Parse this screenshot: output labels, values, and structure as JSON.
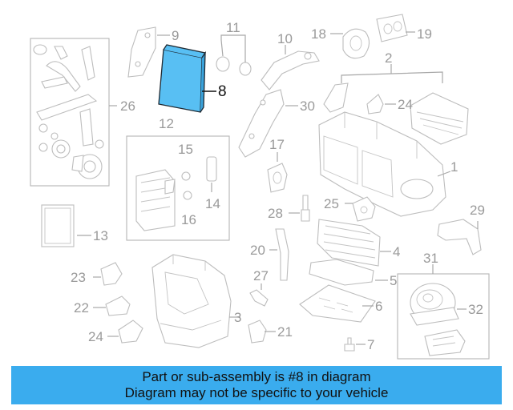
{
  "diagram": {
    "highlight_color": "#58bff3",
    "callouts": [
      {
        "id": "c1",
        "text": "1"
      },
      {
        "id": "c2",
        "text": "2"
      },
      {
        "id": "c3",
        "text": "3"
      },
      {
        "id": "c4",
        "text": "4"
      },
      {
        "id": "c5",
        "text": "5"
      },
      {
        "id": "c6",
        "text": "6"
      },
      {
        "id": "c7",
        "text": "7"
      },
      {
        "id": "c8",
        "text": "8"
      },
      {
        "id": "c9",
        "text": "9"
      },
      {
        "id": "c10",
        "text": "10"
      },
      {
        "id": "c11",
        "text": "11"
      },
      {
        "id": "c12",
        "text": "12"
      },
      {
        "id": "c13",
        "text": "13"
      },
      {
        "id": "c14",
        "text": "14"
      },
      {
        "id": "c15",
        "text": "15"
      },
      {
        "id": "c16",
        "text": "16"
      },
      {
        "id": "c17",
        "text": "17"
      },
      {
        "id": "c18",
        "text": "18"
      },
      {
        "id": "c19",
        "text": "19"
      },
      {
        "id": "c20",
        "text": "20"
      },
      {
        "id": "c21",
        "text": "21"
      },
      {
        "id": "c22",
        "text": "22"
      },
      {
        "id": "c23",
        "text": "23"
      },
      {
        "id": "c24a",
        "text": "24"
      },
      {
        "id": "c24b",
        "text": "24"
      },
      {
        "id": "c25",
        "text": "25"
      },
      {
        "id": "c26",
        "text": "26"
      },
      {
        "id": "c27",
        "text": "27"
      },
      {
        "id": "c28",
        "text": "28"
      },
      {
        "id": "c29",
        "text": "29"
      },
      {
        "id": "c30",
        "text": "30"
      },
      {
        "id": "c31",
        "text": "31"
      },
      {
        "id": "c32",
        "text": "32"
      }
    ]
  },
  "banner": {
    "line1": "Part or sub-assembly is #8 in diagram",
    "line2": "Diagram may not be specific to your vehicle",
    "background": "#3aacee"
  }
}
